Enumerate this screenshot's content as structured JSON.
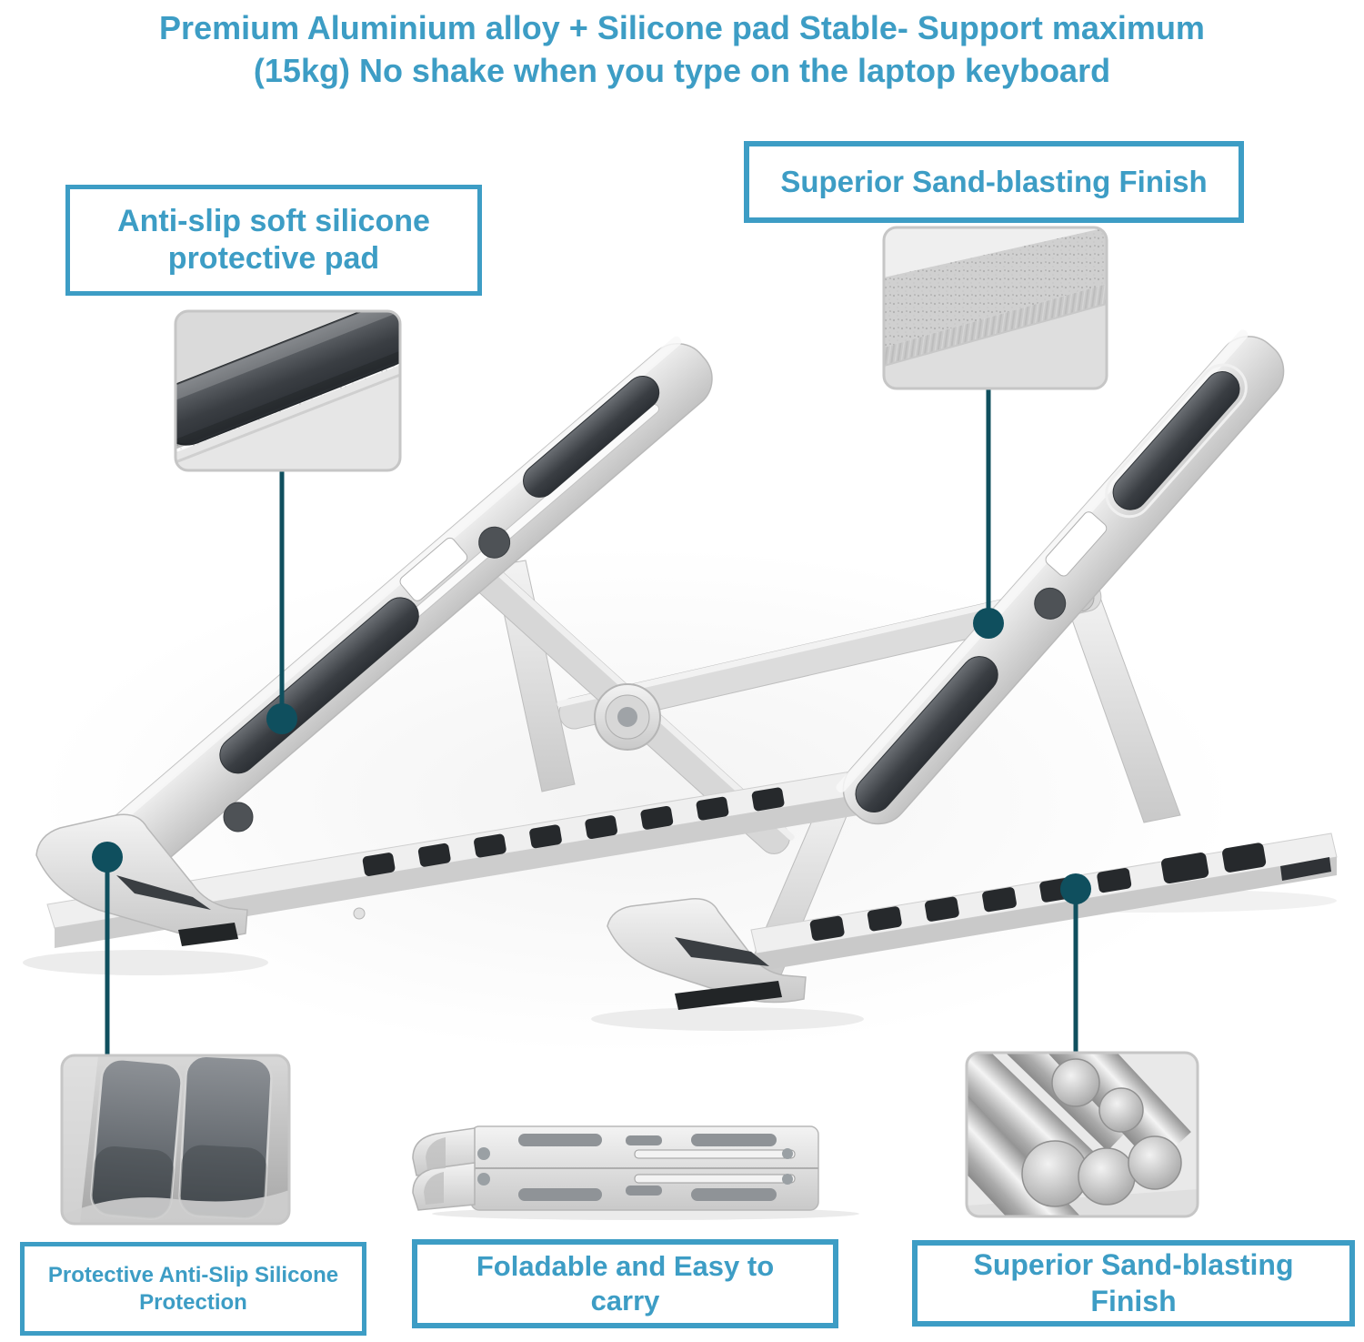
{
  "title": {
    "text": "Premium Aluminium alloy + Silicone pad Stable- Support maximum (15kg) No shake when you type on the laptop keyboard"
  },
  "callouts": {
    "anti_slip_pad": {
      "label": "Anti-slip soft silicone protective pad"
    },
    "sandblast_top": {
      "label": "Superior Sand-blasting Finish"
    },
    "silicone_protection": {
      "label": "Protective Anti-Slip Silicone Protection"
    },
    "foldable": {
      "label": "Foladable and Easy to carry"
    },
    "sandblast_bottom": {
      "label": "Superior Sand-blasting Finish"
    }
  },
  "figures": {
    "main_product": "aluminium-laptop-stand",
    "insets": [
      "silicone-pad-closeup",
      "sandblast-finish-closeup",
      "silicone-feet-closeup",
      "folded-stand",
      "aluminium-rods-closeup"
    ]
  },
  "colors": {
    "accent": "#3d9dc5",
    "leader": "#0f4f5e",
    "background": "#ffffff",
    "metal": "#d9d9d9",
    "pad_dark": "#3f4347"
  }
}
